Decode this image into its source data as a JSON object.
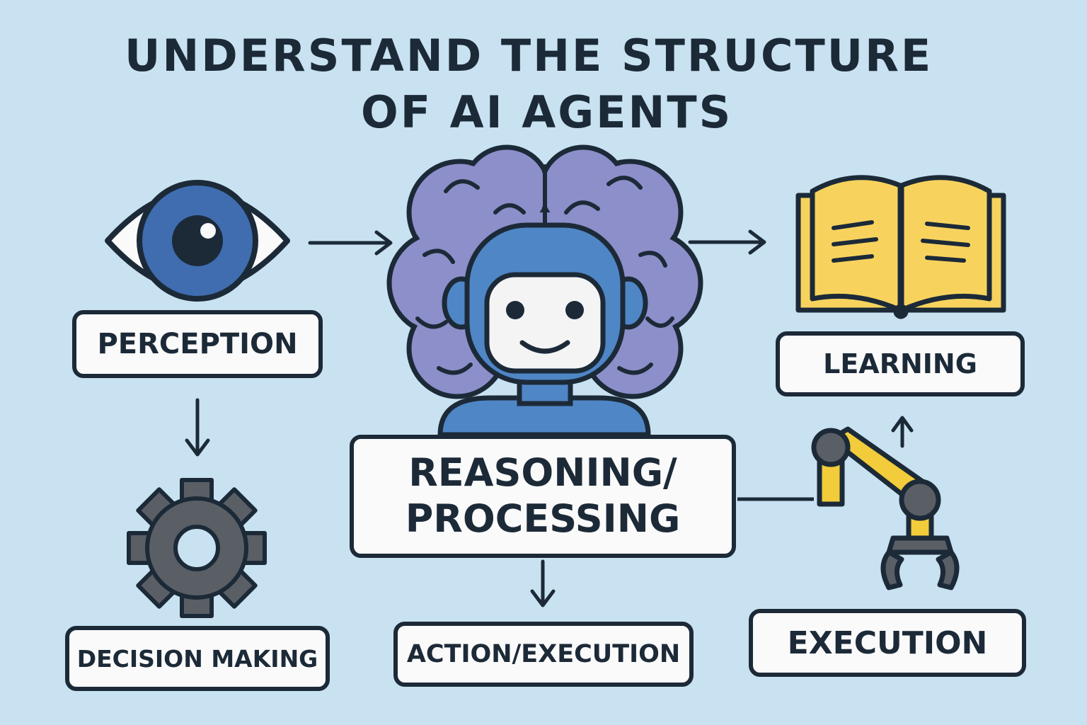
{
  "title": {
    "line1": "UNDERSTAND THE STRUCTURE",
    "line2": "OF AI AGENTS"
  },
  "nodes": {
    "perception": "PERCEPTION",
    "learning": "LEARNING",
    "reasoning": "REASONING/\nPROCESSING",
    "decision": "DECISION MAKING",
    "action": "ACTION/EXECUTION",
    "execution": "EXECUTION"
  },
  "icons": [
    "eye-icon",
    "brain-robot-icon",
    "book-icon",
    "gear-icon",
    "robot-arm-icon"
  ],
  "colors": {
    "background": "#c9e2f2",
    "outline": "#1c2a38",
    "brain": "#8c8fc9",
    "robot": "#4f86c6",
    "eye": "#3f6db0",
    "book": "#f7d35e",
    "gear": "#5a5f66",
    "arm": "#f2cc3a",
    "label_fill": "#fafafa"
  }
}
